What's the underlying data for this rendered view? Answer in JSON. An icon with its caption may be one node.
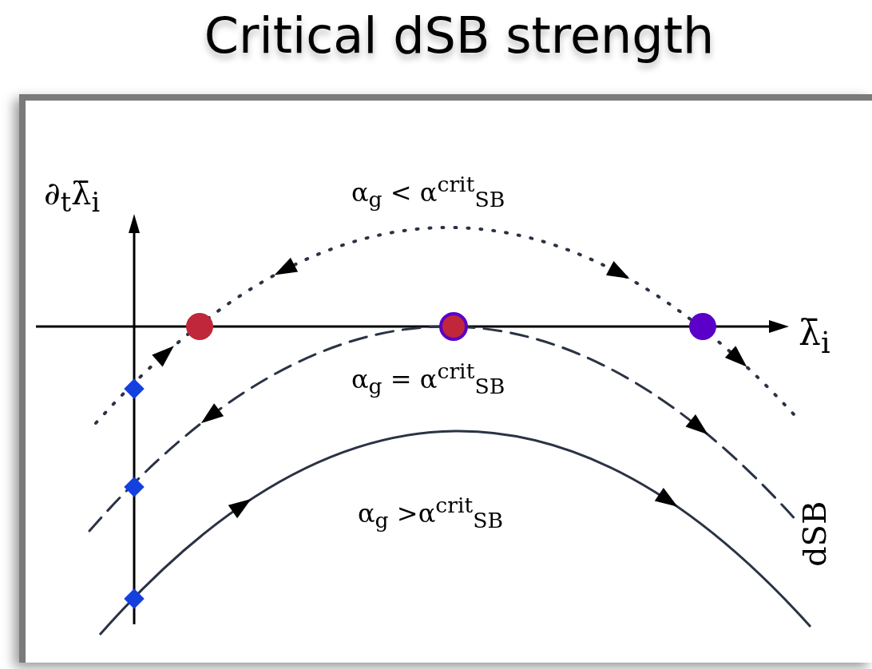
{
  "diagram": {
    "title": "Critical dSB strength",
    "labels": [
      "∂$_{t}$λ̄$_{i}$",
      "α$_{g}$ < α$^{crit}$$_{SB}$",
      "λ̄$_{i}$",
      "α$_{g}$ = α$^{crit}$$_{SB}$",
      "α$_{g}$ >α$^{crit}$$_{SB}$",
      "dSB"
    ]
  }
}
